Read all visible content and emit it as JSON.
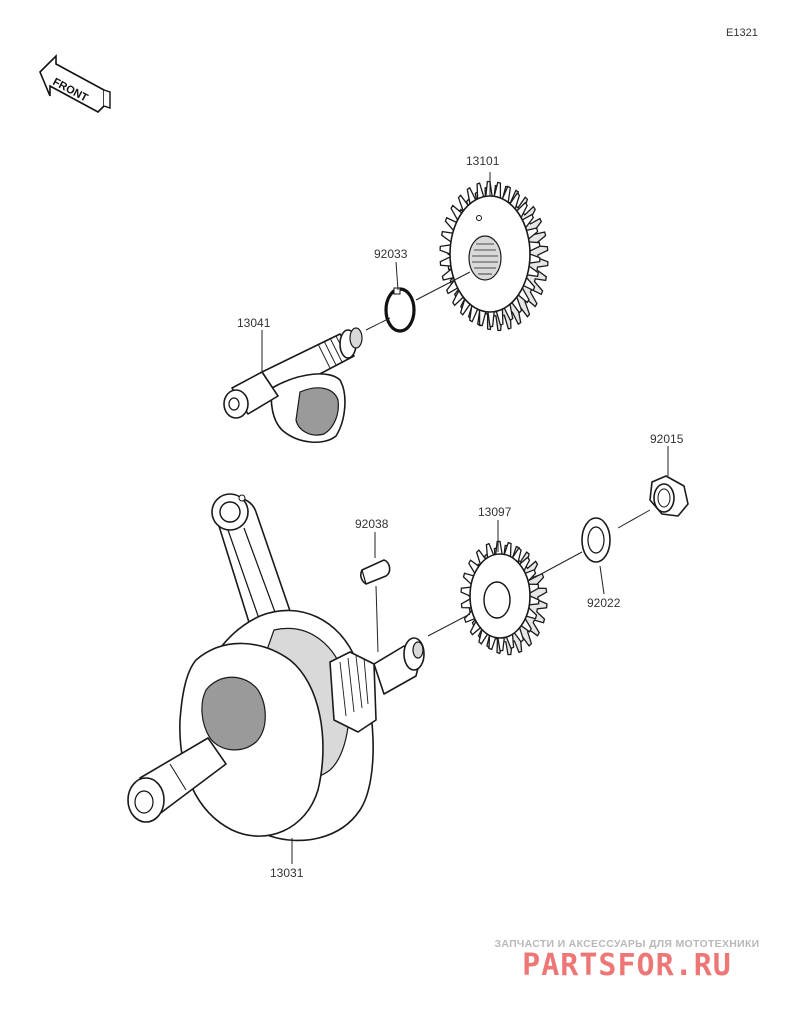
{
  "diagram": {
    "code": "E1321",
    "front_label": "FRONT",
    "parts": [
      {
        "number": "13101"
      },
      {
        "number": "92033"
      },
      {
        "number": "13041"
      },
      {
        "number": "92015"
      },
      {
        "number": "92038"
      },
      {
        "number": "13097"
      },
      {
        "number": "92022"
      },
      {
        "number": "13031"
      }
    ]
  },
  "watermark": {
    "tagline": "ЗАПЧАСТИ И АКСЕССУАРЫ ДЛЯ МОТОТЕХНИКИ",
    "logo": "PARTSFOR.RU",
    "color": "#e84a4a"
  }
}
